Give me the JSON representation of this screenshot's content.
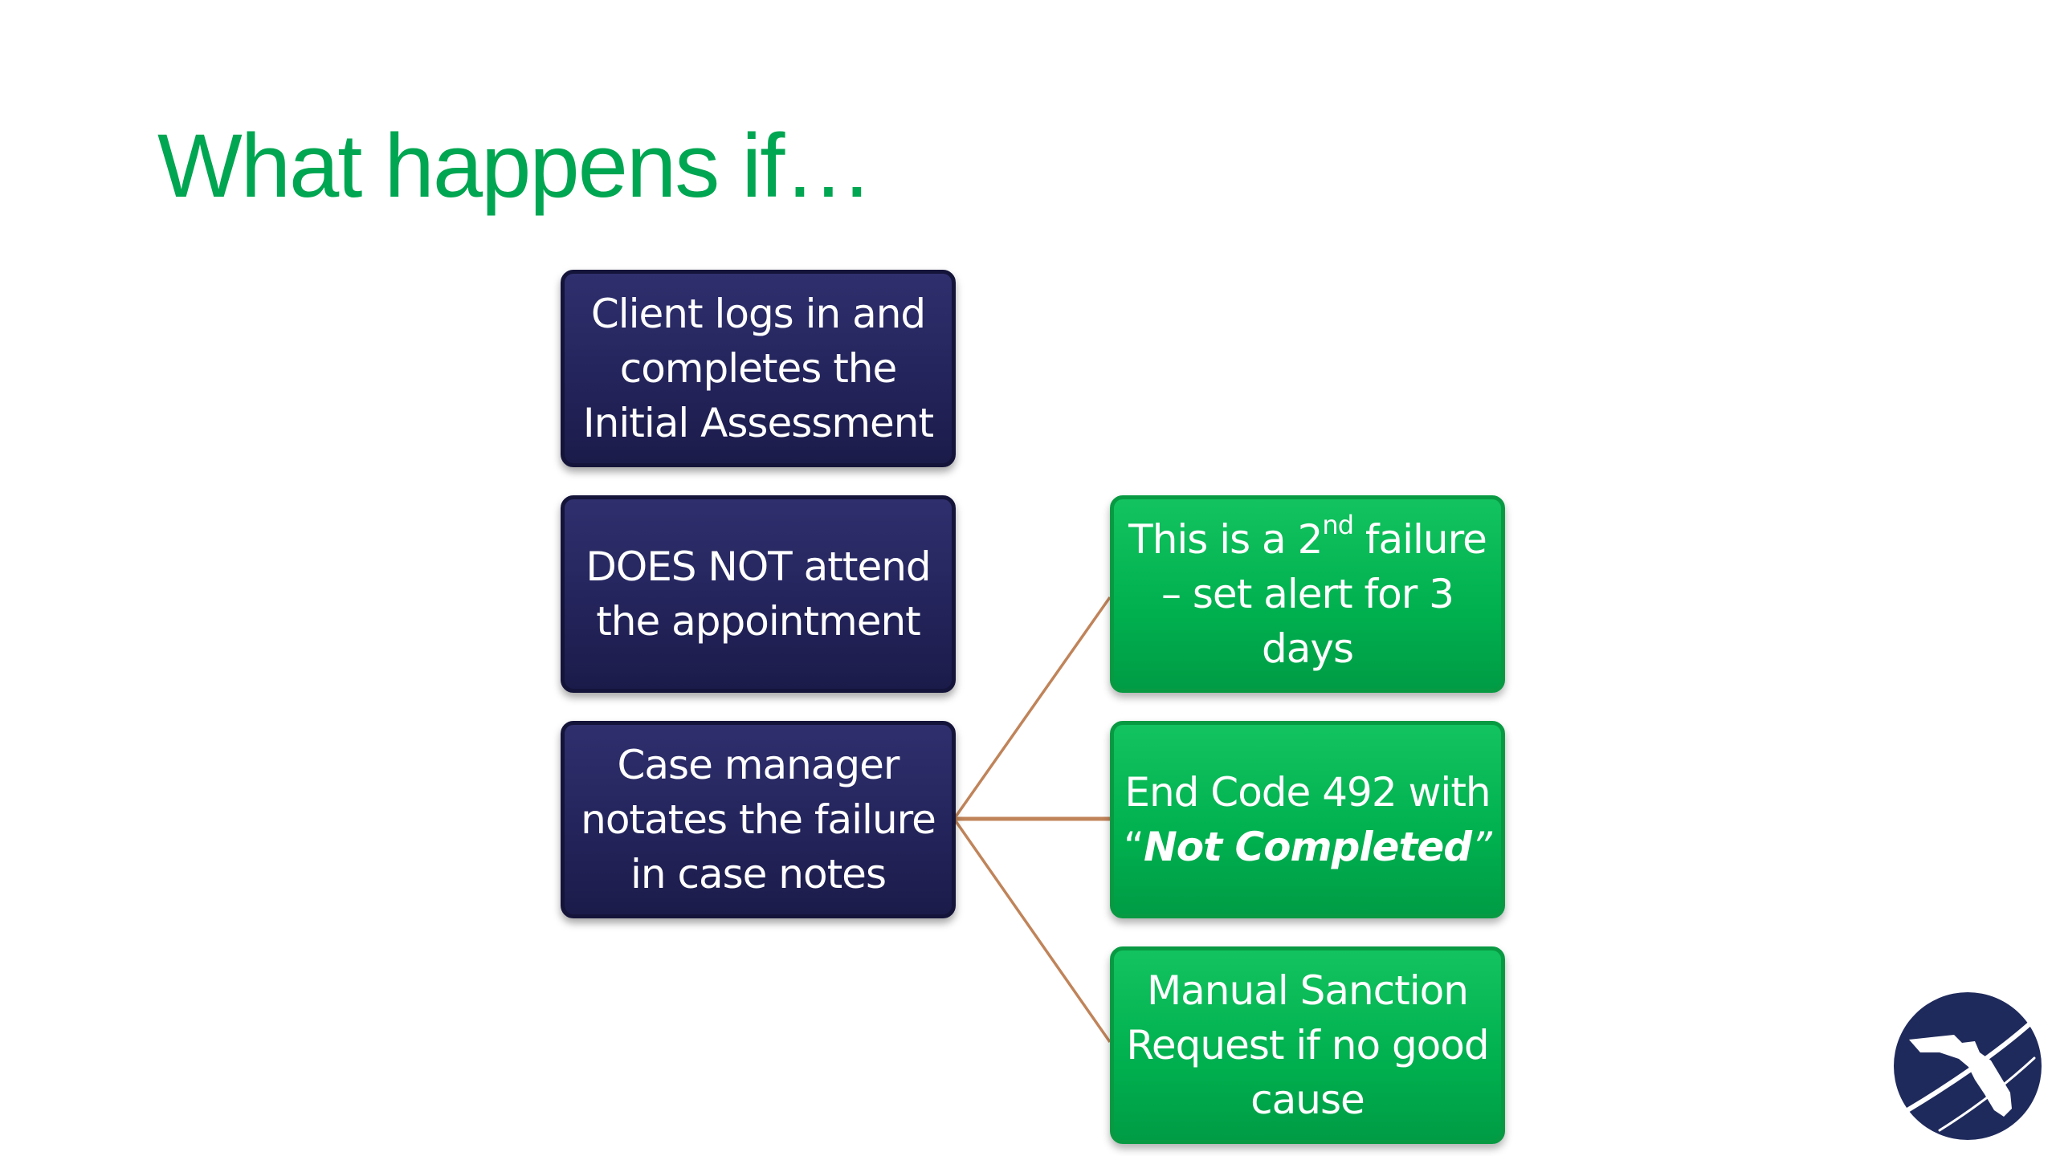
{
  "slide": {
    "title": "What happens if…"
  },
  "steps": [
    {
      "text": "Client logs in and completes the Initial Assessment"
    },
    {
      "text": "DOES NOT attend the appointment"
    },
    {
      "text": "Case manager notates the failure in case notes"
    }
  ],
  "outcomes": [
    {
      "before": "This is a 2",
      "sup": "nd",
      "after": " failure – set alert for 3 days"
    },
    {
      "before": "End Code 492 with “",
      "emph": "Not Completed",
      "after": "”"
    },
    {
      "text": "Manual Sanction Request if no good cause"
    }
  ],
  "logo": {
    "icon": "florida-seal-icon"
  },
  "colors": {
    "title": "#00A651",
    "step_box": "#23235A",
    "outcome_box": "#00B04F",
    "connector": "#C0845A"
  }
}
